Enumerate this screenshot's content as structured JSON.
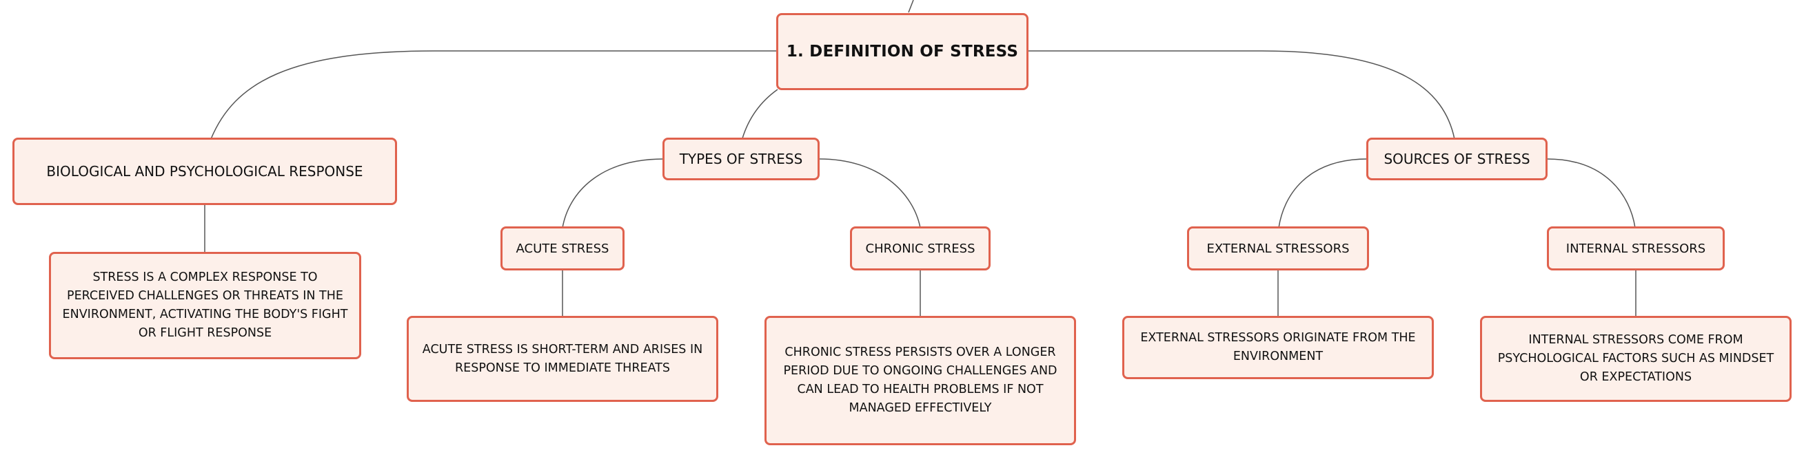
{
  "root": {
    "label": "1. DEFINITION OF STRESS"
  },
  "bio": {
    "label": "BIOLOGICAL AND PSYCHOLOGICAL RESPONSE",
    "description": "STRESS IS A COMPLEX RESPONSE TO PERCEIVED CHALLENGES OR THREATS IN THE ENVIRONMENT, ACTIVATING THE BODY'S FIGHT OR FLIGHT RESPONSE"
  },
  "types": {
    "label": "TYPES OF STRESS",
    "acute": {
      "label": "ACUTE STRESS",
      "description": "ACUTE STRESS IS SHORT-TERM AND ARISES IN RESPONSE TO IMMEDIATE THREATS"
    },
    "chronic": {
      "label": "CHRONIC STRESS",
      "description": "CHRONIC STRESS PERSISTS OVER A LONGER PERIOD DUE TO ONGOING CHALLENGES AND CAN LEAD TO HEALTH PROBLEMS IF NOT MANAGED EFFECTIVELY"
    }
  },
  "sources": {
    "label": "SOURCES OF STRESS",
    "external": {
      "label": "EXTERNAL STRESSORS",
      "description": "EXTERNAL STRESSORS ORIGINATE FROM THE ENVIRONMENT"
    },
    "internal": {
      "label": "INTERNAL STRESSORS",
      "description": "INTERNAL STRESSORS COME FROM PSYCHOLOGICAL FACTORS SUCH AS MINDSET OR EXPECTATIONS"
    }
  },
  "colors": {
    "node_border": "#e0624e",
    "node_fill": "#fdf0ea",
    "connector": "#555555",
    "text": "#111111"
  }
}
